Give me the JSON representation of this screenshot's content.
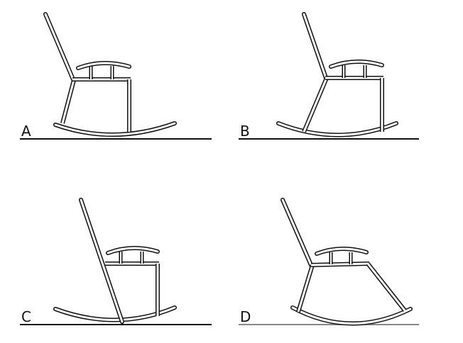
{
  "panels": [
    {
      "id": "A",
      "label": "A"
    },
    {
      "id": "B",
      "label": "B"
    },
    {
      "id": "C",
      "label": "C"
    },
    {
      "id": "D",
      "label": "D"
    }
  ],
  "colors": {
    "stroke": "#111111",
    "fill": "#ffffff",
    "ground_last": "#888888"
  }
}
